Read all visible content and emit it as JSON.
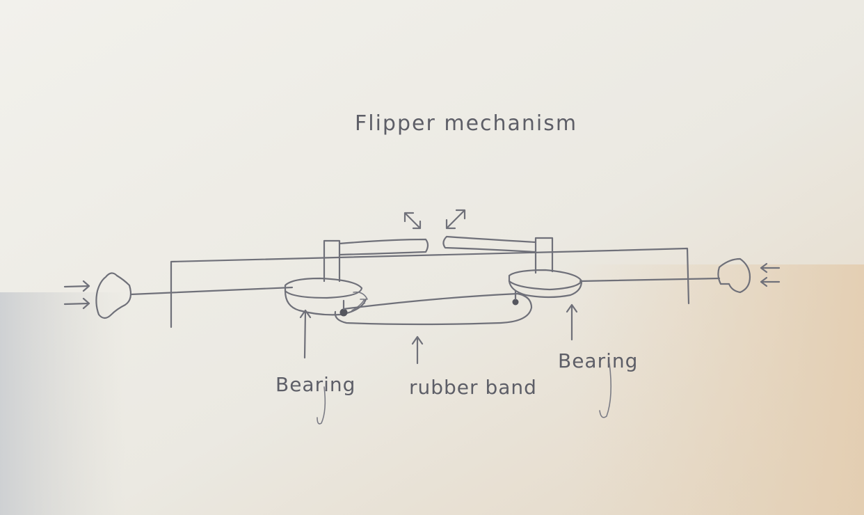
{
  "diagram": {
    "title": "Flipper mechanism",
    "labels": {
      "bearing_left": "Bearing",
      "rubber_band": "rubber band",
      "bearing_right": "Bearing"
    }
  }
}
